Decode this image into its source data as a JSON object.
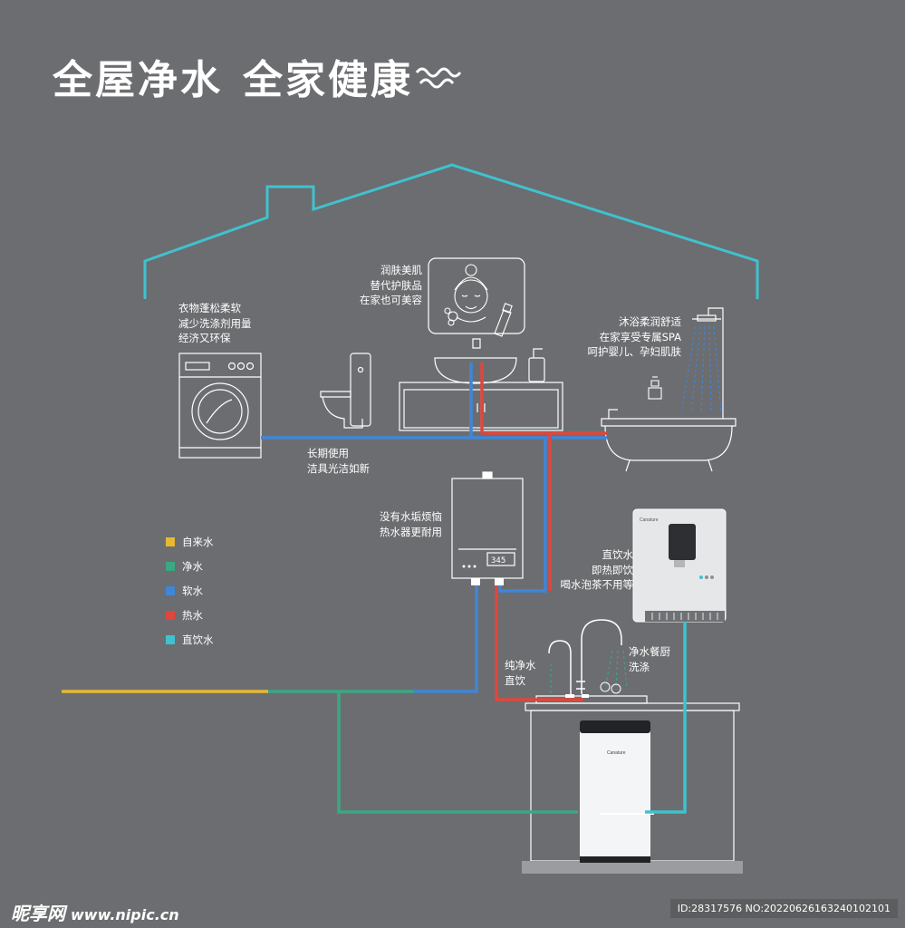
{
  "title": {
    "part1": "全屋净水",
    "part2": "全家健康"
  },
  "colors": {
    "background": "#6c6d70",
    "tap_water": "#e8b832",
    "pure_water": "#3aa882",
    "soft_water": "#3f86d8",
    "hot_water": "#e0463c",
    "drinking_water": "#3fc2cf"
  },
  "annotations": {
    "laundry": "衣物蓬松柔软\n减少洗涤剂用量\n经济又环保",
    "skin": "润肤美肌\n替代护肤品\n在家也可美容",
    "bath": "沐浴柔润舒适\n在家享受专属SPA\n呵护婴儿、孕妇肌肤",
    "toilet": "长期使用\n洁具光洁如新",
    "heater": "没有水垢烦恼\n热水器更耐用",
    "dispenser": "直饮水\n即热即饮\n喝水泡茶不用等",
    "purified_tap": "纯净水\n直饮",
    "kitchen_tap": "净水餐厨\n洗涤"
  },
  "legend": [
    {
      "label": "自来水",
      "color": "#e8b832"
    },
    {
      "label": "净水",
      "color": "#3aa882"
    },
    {
      "label": "软水",
      "color": "#3f86d8"
    },
    {
      "label": "热水",
      "color": "#e0463c"
    },
    {
      "label": "直饮水",
      "color": "#3fc2cf"
    }
  ],
  "devices": {
    "heater_display": "345",
    "dispenser_brand": "Canature",
    "purifier_brand": "Canature"
  },
  "watermark": {
    "site": "昵享网",
    "url": "www.nipic.cn",
    "id": "ID:28317576 NO:20220626163240102101"
  }
}
